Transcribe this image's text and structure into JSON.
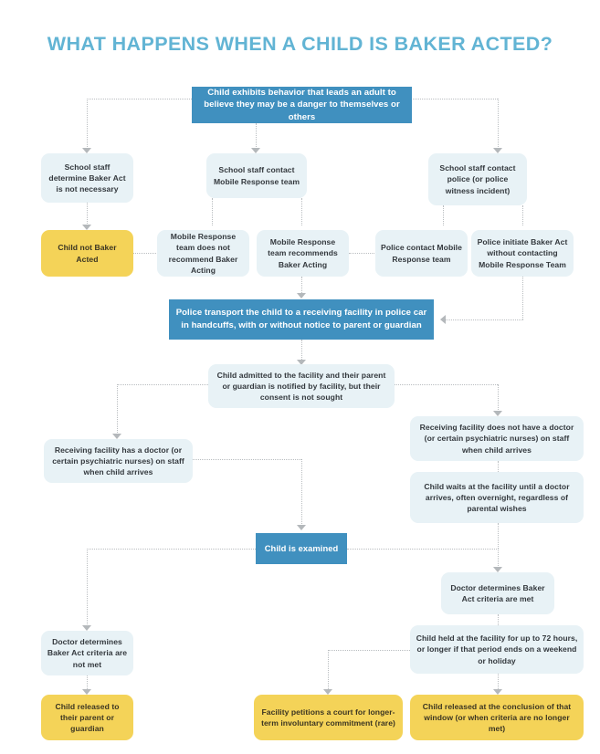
{
  "title": "WHAT HAPPENS WHEN A CHILD IS BAKER ACTED?",
  "colors": {
    "title": "#62b4d4",
    "accent_blue": "#4090bf",
    "light_blue": "#e8f2f6",
    "yellow": "#f4d358",
    "connector": "#b9bdc0",
    "text_dark": "#33383d",
    "background": "#ffffff"
  },
  "nodes": {
    "start": "Child exhibits behavior that leads an adult to believe they may be a danger to themselves or others",
    "school_no_baker": "School staff determine Baker Act is not necessary",
    "school_mrt": "School staff contact Mobile Response team",
    "school_police": "School staff contact police (or police witness incident)",
    "not_baker_acted": "Child not Baker Acted",
    "mrt_no_rec": "Mobile Response team does not recommend Baker Acting",
    "mrt_rec": "Mobile Response team recommends Baker Acting",
    "police_contact_mrt": "Police contact Mobile Response team",
    "police_initiate": "Police initiate Baker Act without contacting Mobile Response Team",
    "transport": "Police transport the child to a receiving facility in police car in handcuffs, with or without notice to parent or guardian",
    "admitted": "Child admitted to the facility and their parent or guardian is notified by facility, but their consent is not sought",
    "facility_has_doctor": "Receiving facility has a doctor (or certain psychiatric nurses) on staff when child arrives",
    "facility_no_doctor": "Receiving facility does not have a doctor (or certain psychiatric nurses) on staff when child arrives",
    "child_waits": "Child waits at the facility until a doctor arrives, often overnight, regardless of parental wishes",
    "examined": "Child is examined",
    "criteria_met": "Doctor determines Baker Act criteria are met",
    "criteria_not_met": "Doctor determines Baker Act criteria are not met",
    "held_72": "Child held at the facility for up to 72 hours, or longer if that period ends on a weekend or holiday",
    "released_parent": "Child released to their parent or guardian",
    "petition_court": "Facility petitions a court for longer-term involuntary commitment (rare)",
    "released_conclusion": "Child released at the conclusion of that window (or when criteria are no longer met)"
  }
}
